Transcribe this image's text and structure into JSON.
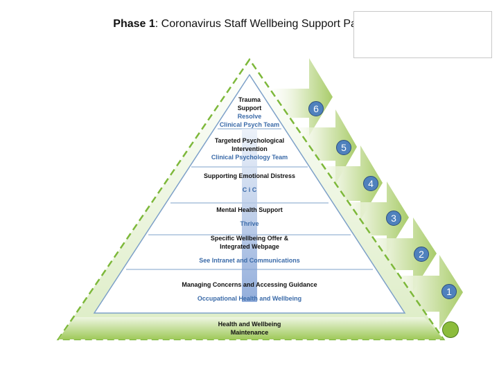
{
  "title": {
    "bold": "Phase 1",
    "rest": ": Coronavirus Staff Wellbeing Support Pathway"
  },
  "tiers": [
    {
      "title_lines": [
        "Trauma",
        "Support"
      ],
      "sub_lines": [
        "Resolve",
        "Clinical Psych Team"
      ]
    },
    {
      "title_lines": [
        "Targeted Psychological",
        "Intervention"
      ],
      "sub_lines": [
        "Clinical Psychology Team"
      ]
    },
    {
      "title_lines": [
        "Supporting Emotional Distress"
      ],
      "sub_lines": [
        "C i C"
      ]
    },
    {
      "title_lines": [
        "Mental Health Support"
      ],
      "sub_lines": [
        "Thrive"
      ]
    },
    {
      "title_lines": [
        "Specific Wellbeing Offer &",
        "Integrated Webpage"
      ],
      "sub_lines": [
        "See Intranet and Communications"
      ]
    },
    {
      "title_lines": [
        "Managing Concerns and Accessing Guidance"
      ],
      "sub_lines": [
        "Occupational Health and Wellbeing"
      ]
    }
  ],
  "base": {
    "lines": [
      "Health and Wellbeing",
      "Maintenance"
    ]
  },
  "steps": [
    "6",
    "5",
    "4",
    "3",
    "2",
    "1"
  ],
  "colors": {
    "badge": "#4f81bd",
    "subtext": "#3a6aa8",
    "green": "#8cbc3c",
    "dash": "#7db83a"
  }
}
